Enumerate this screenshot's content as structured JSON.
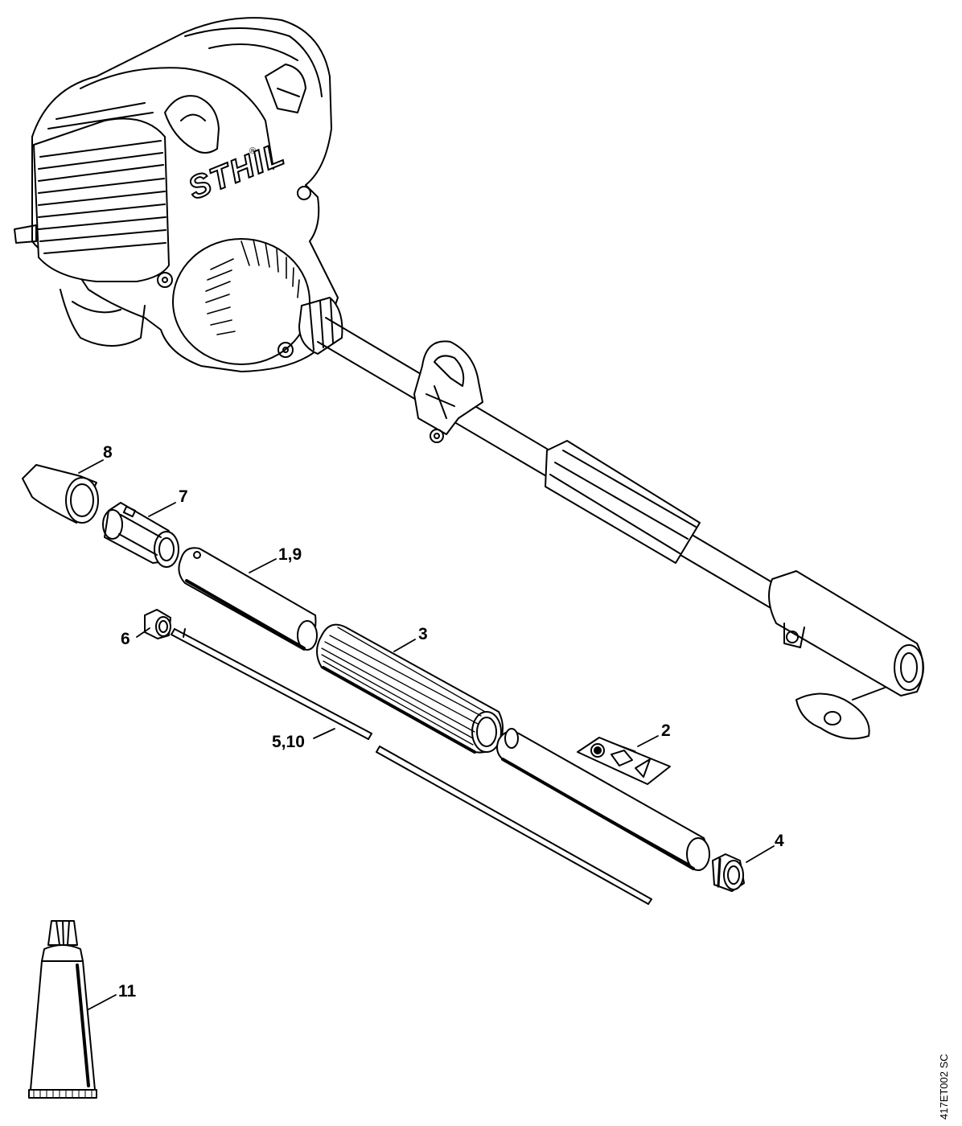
{
  "diagram": {
    "brand_logo": "STHIL",
    "brand_logo_mark": "®",
    "reference_code": "417ET002 SC",
    "callouts": [
      {
        "id": "c8",
        "label": "8"
      },
      {
        "id": "c7",
        "label": "7"
      },
      {
        "id": "c19",
        "label": "1,9"
      },
      {
        "id": "c6",
        "label": "6"
      },
      {
        "id": "c3",
        "label": "3"
      },
      {
        "id": "c510",
        "label": "5,10"
      },
      {
        "id": "c2",
        "label": "2"
      },
      {
        "id": "c4",
        "label": "4"
      },
      {
        "id": "c11",
        "label": "11"
      }
    ]
  }
}
